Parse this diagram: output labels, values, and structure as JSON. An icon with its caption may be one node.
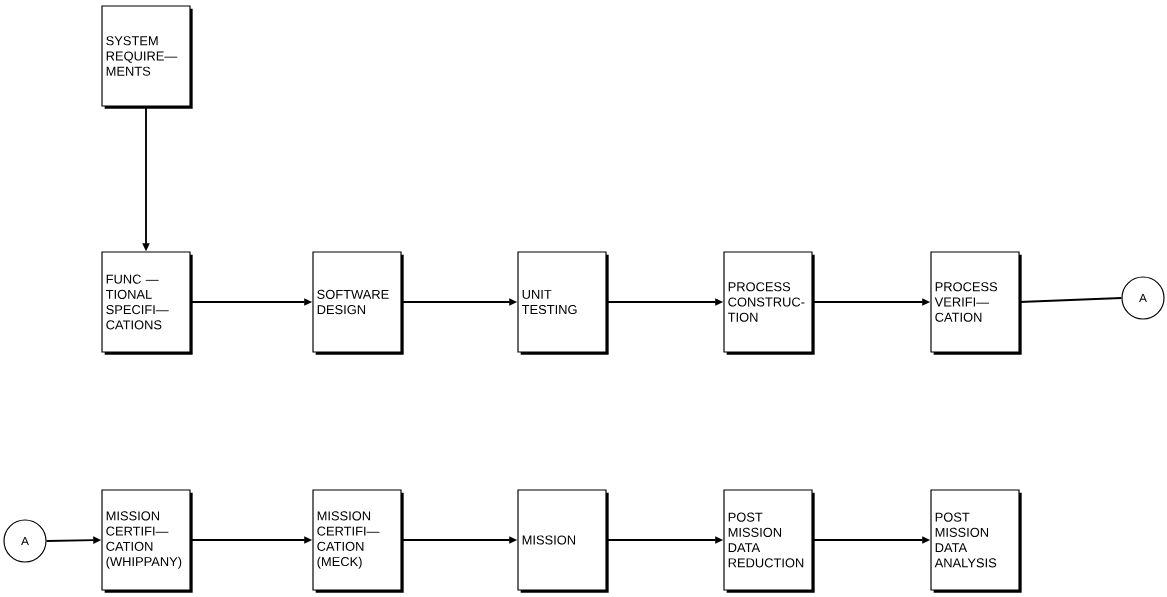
{
  "diagram": {
    "nodes": [
      {
        "text": [
          "SYSTEM REQUIRE— MENTS"
        ]
      },
      {
        "text": [
          "FUNC — TIONAL SPECIFI— CATIONS"
        ]
      },
      {
        "text": [
          "SOFTWARE DESIGN"
        ]
      },
      {
        "text": [
          "UNIT TESTING"
        ]
      },
      {
        "text": [
          "PROCESS CONSTRUC- TION"
        ]
      },
      {
        "text": [
          "PROCESS VERIFI— CATION"
        ]
      },
      {
        "text": [
          "A"
        ]
      },
      {
        "text": [
          "A"
        ]
      },
      {
        "text": [
          "MISSION CERTIFI— CATION (WHIPPANY)"
        ]
      },
      {
        "text": [
          "MISSION CERTIFI— CATION (MECK)"
        ]
      },
      {
        "text": [
          "MISSION"
        ]
      },
      {
        "text": [
          "POST MISSION DATA REDUCTION"
        ]
      },
      {
        "text": [
          "POST MISSION DATA ANALYSIS"
        ]
      }
    ],
    "edges": [
      {
        "from": 0,
        "to": 1,
        "arrow": "to"
      },
      {
        "from": 1,
        "to": 2,
        "arrow": "to"
      },
      {
        "from": 2,
        "to": 3,
        "arrow": "to"
      },
      {
        "from": 3,
        "to": 4,
        "arrow": "to"
      },
      {
        "from": 4,
        "to": 5,
        "arrow": "to"
      },
      {
        "from": 5,
        "to": 6,
        "arrow": "none"
      },
      {
        "from": 7,
        "to": 8,
        "arrow": "to"
      },
      {
        "from": 8,
        "to": 9,
        "arrow": "to"
      },
      {
        "from": 9,
        "to": 10,
        "arrow": "to"
      },
      {
        "from": 10,
        "to": 11,
        "arrow": "to"
      },
      {
        "from": 11,
        "to": 12,
        "arrow": "to"
      }
    ]
  }
}
